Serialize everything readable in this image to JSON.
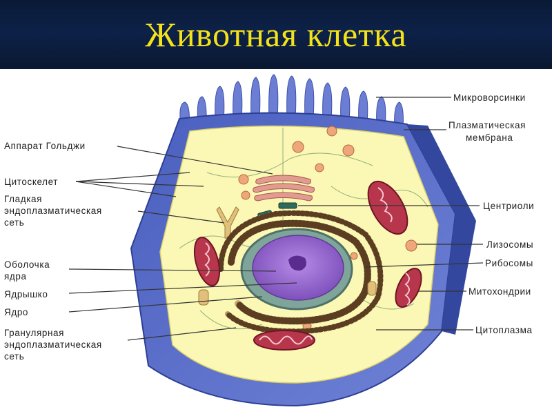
{
  "title": "Животная клетка",
  "labels": {
    "left": [
      "Аппарат Гольджи",
      "Цитоскелет",
      "Гладкая",
      "эндоплазматическая",
      "сеть",
      "Оболочка",
      "ядра",
      "Ядрышко",
      "Ядро",
      "Гранулярная",
      "эндоплазматическая",
      "сеть"
    ],
    "right": [
      "Микроворсинки",
      "Плазматическая",
      "мембрана",
      "Центриоли",
      "Лизосомы",
      "Рибосомы",
      "Митохондрии",
      "Цитоплазма"
    ]
  },
  "colors": {
    "header_bg": "#0d2148",
    "title": "#f4e21a",
    "membrane": "#5a6fc9",
    "cytoplasm": "#fbf7b4",
    "nucleus": "#8a5ec8",
    "mitochondria": "#b8364c",
    "golgi": "#e19b90"
  }
}
